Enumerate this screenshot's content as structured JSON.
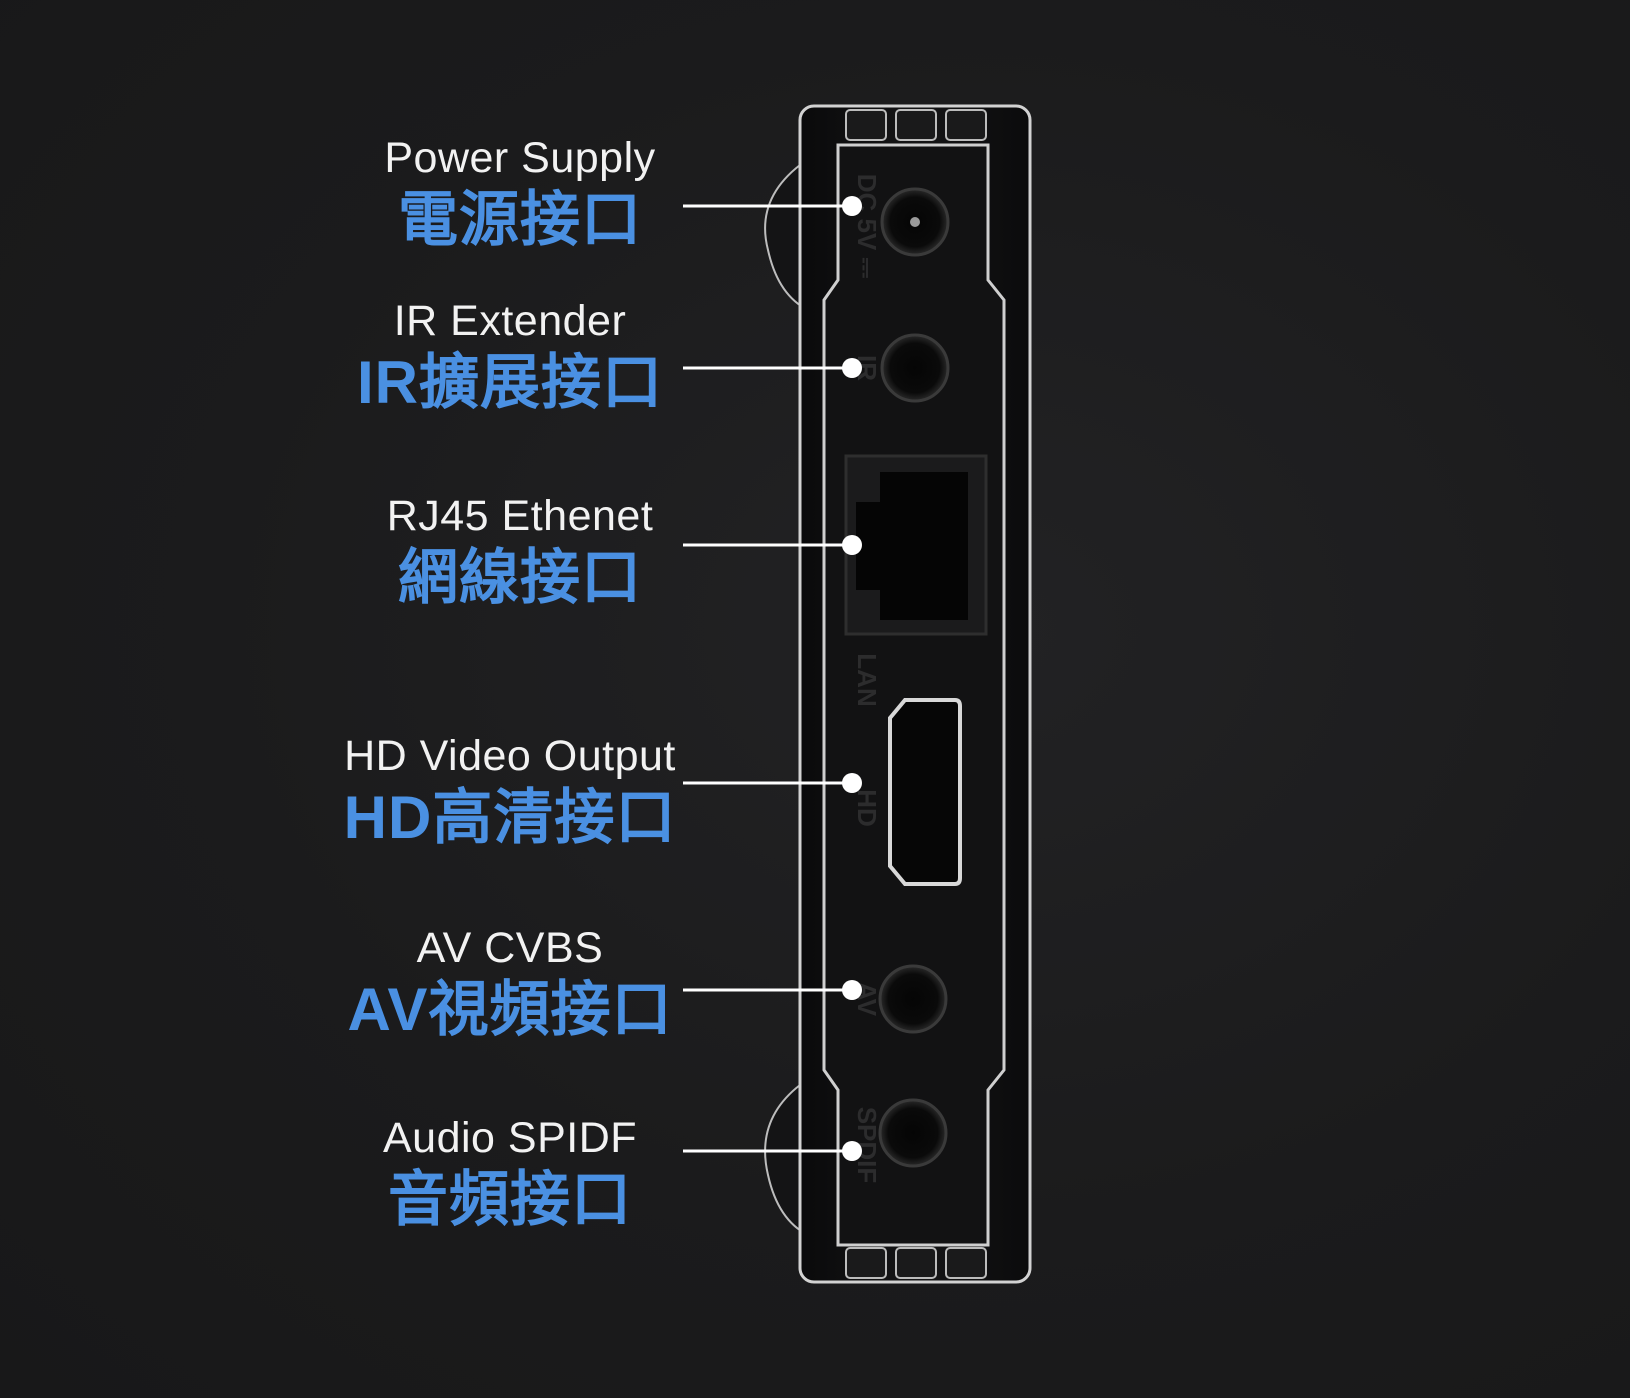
{
  "colors": {
    "background": "#1b1b1c",
    "english_text": "#f2f2f2",
    "chinese_text": "#4a90e2",
    "leader_line": "#ffffff",
    "device_body": "#0e0e0f",
    "device_outline": "#cfcfcf"
  },
  "callouts": [
    {
      "id": "power",
      "en": "Power Supply",
      "zh": "電源接口"
    },
    {
      "id": "ir",
      "en": "IR Extender",
      "zh": "IR擴展接口"
    },
    {
      "id": "rj45",
      "en": "RJ45 Ethenet",
      "zh": "網線接口"
    },
    {
      "id": "hd",
      "en": "HD Video Output",
      "zh": "HD高清接口"
    },
    {
      "id": "av",
      "en": "AV CVBS",
      "zh": "AV視頻接口"
    },
    {
      "id": "audio",
      "en": "Audio SPIDF",
      "zh": "音頻接口"
    }
  ],
  "device": {
    "port_labels": {
      "dc": "DC 5V ⎓",
      "ir": "IR",
      "lan": "LAN",
      "hd": "HD",
      "av": "AV",
      "spdif": "SPDIF"
    }
  }
}
